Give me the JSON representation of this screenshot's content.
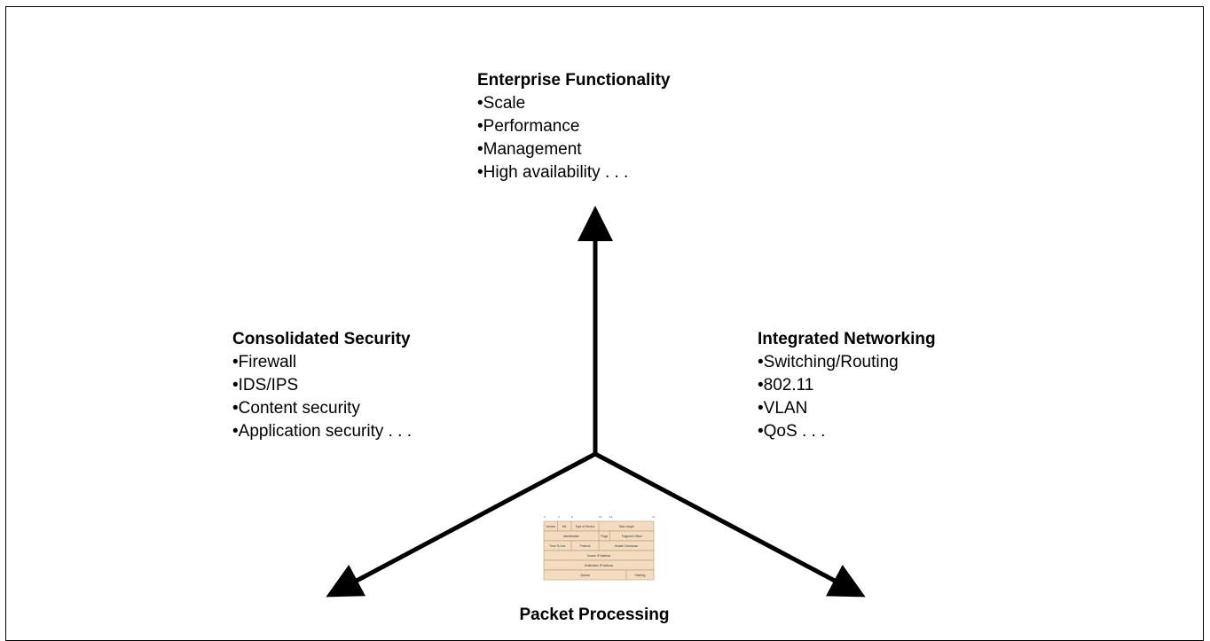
{
  "enterprise": {
    "heading": "Enterprise Functionality",
    "items": [
      "Scale",
      "Performance",
      "Management",
      "High availability . . ."
    ]
  },
  "security": {
    "heading": "Consolidated Security",
    "items": [
      "Firewall",
      "IDS/IPS",
      "Content security",
      "Application security . . ."
    ]
  },
  "networking": {
    "heading": "Integrated Networking",
    "items": [
      "Switching/Routing",
      "802.11",
      "VLAN",
      "QoS . . ."
    ]
  },
  "center": {
    "caption": "Packet Processing",
    "header_diagram": {
      "fields": [
        [
          "Version",
          "IHL",
          "Type of Service",
          "Total Length"
        ],
        [
          "Identification",
          "Flags",
          "Fragment Offset"
        ],
        [
          "Time To Live",
          "Protocol",
          "Header Checksum"
        ],
        [
          "Source IP Address"
        ],
        [
          "Destination IP Address"
        ],
        [
          "Options",
          "Padding"
        ]
      ],
      "fill_color": "#f3dcc0",
      "line_color": "#b08a60"
    }
  },
  "colors": {
    "arrow": "#000000",
    "border": "#000000"
  }
}
